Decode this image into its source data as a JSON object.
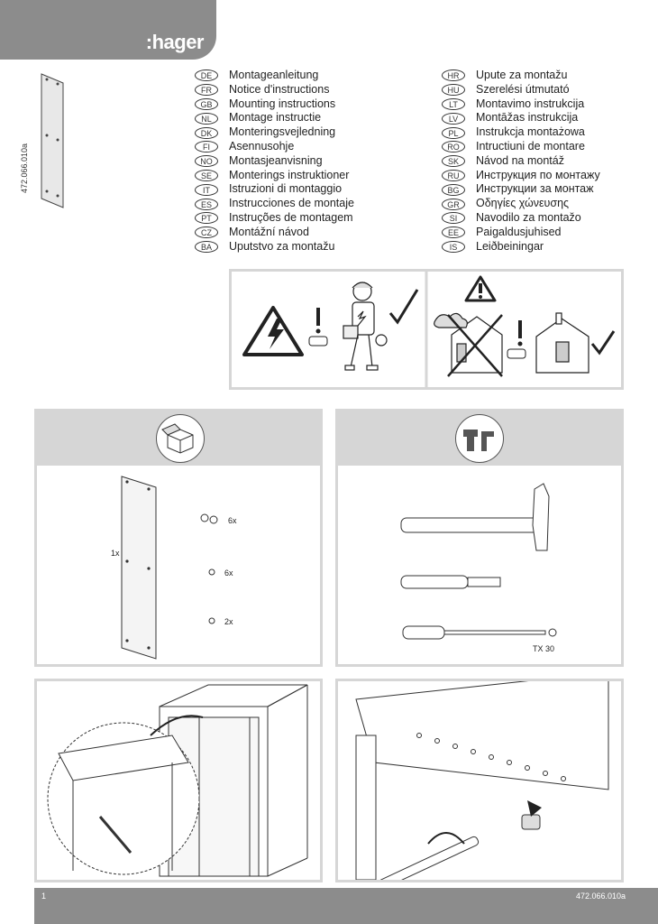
{
  "brand": {
    "name": ":hager"
  },
  "doc_number": "472.066.010a",
  "page_number": "1",
  "languages_left": [
    {
      "code": "DE",
      "title": "Montageanleitung"
    },
    {
      "code": "FR",
      "title": "Notice d'instructions"
    },
    {
      "code": "GB",
      "title": "Mounting instructions"
    },
    {
      "code": "NL",
      "title": "Montage instructie"
    },
    {
      "code": "DK",
      "title": "Monteringsvejledning"
    },
    {
      "code": "FI",
      "title": "Asennusohje"
    },
    {
      "code": "NO",
      "title": "Montasjeanvisning"
    },
    {
      "code": "SE",
      "title": "Monterings instruktioner"
    },
    {
      "code": "IT",
      "title": "Istruzioni di montaggio"
    },
    {
      "code": "ES",
      "title": "Instrucciones de montaje"
    },
    {
      "code": "PT",
      "title": "Instruções de montagem"
    },
    {
      "code": "CZ",
      "title": "Montážní návod"
    },
    {
      "code": "BA",
      "title": "Uputstvo za montažu"
    }
  ],
  "languages_right": [
    {
      "code": "HR",
      "title": "Upute za montažu"
    },
    {
      "code": "HU",
      "title": "Szerelési útmutató"
    },
    {
      "code": "LT",
      "title": "Montavimo instrukcija"
    },
    {
      "code": "LV",
      "title": "Montāžas instrukcija"
    },
    {
      "code": "PL",
      "title": "Instrukcja montażowa"
    },
    {
      "code": "RO",
      "title": "Intructiuni de montare"
    },
    {
      "code": "SK",
      "title": "Návod na montáž"
    },
    {
      "code": "RU",
      "title": "Инструкция по монтажу"
    },
    {
      "code": "BG",
      "title": "Инструкции за монтаж"
    },
    {
      "code": "GR",
      "title": "Οδηγίες χώνευσης"
    },
    {
      "code": "SI",
      "title": "Navodilo za montažo"
    },
    {
      "code": "EE",
      "title": "Paigaldusjuhised"
    },
    {
      "code": "IS",
      "title": "Leiðbeiningar"
    }
  ],
  "contents": {
    "panel_qty": "1x",
    "screw_qty_a": "6x",
    "screw_qty_b": "6x",
    "screw_qty_c": "2x"
  },
  "tools": {
    "torx_size": "TX 30"
  },
  "icons": [
    "warning-electric-icon",
    "warning-triangle-icon",
    "checkmark-icon",
    "box-icon",
    "tools-icon",
    "hammer-icon",
    "chisel-icon",
    "screwdriver-icon"
  ]
}
